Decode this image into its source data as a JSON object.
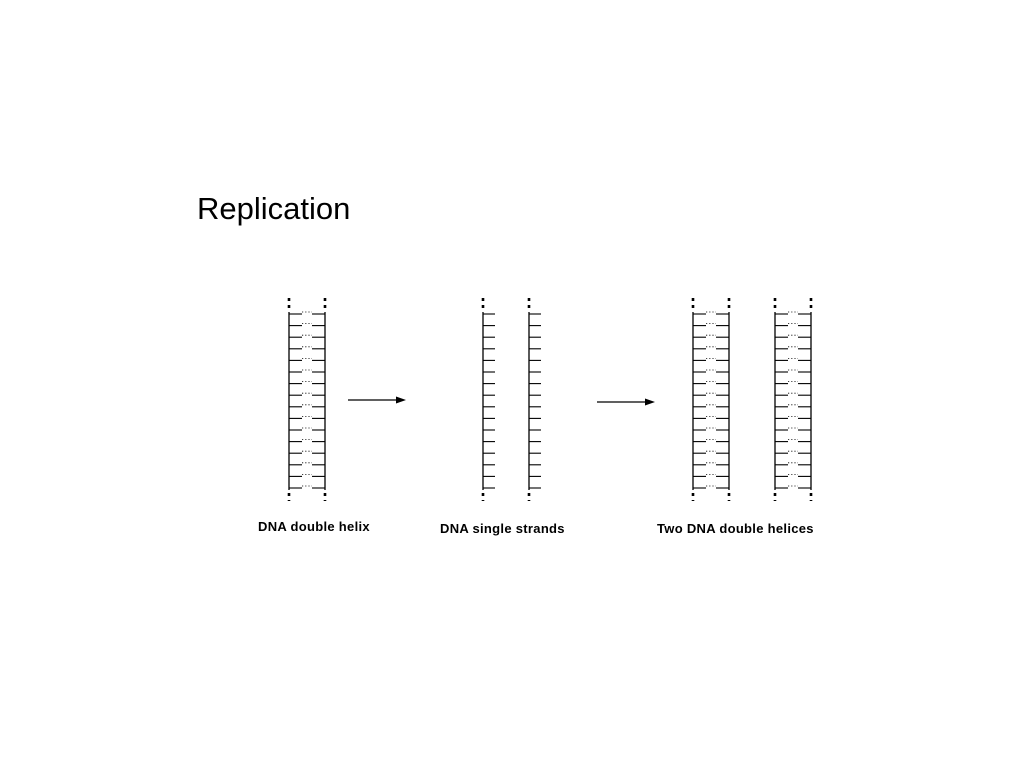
{
  "slide": {
    "title": "Replication"
  },
  "diagram": {
    "stages": [
      {
        "caption": "DNA double helix"
      },
      {
        "caption": "DNA single strands"
      },
      {
        "caption": "Two DNA double helices"
      }
    ],
    "rungs_per_strand": 16
  }
}
